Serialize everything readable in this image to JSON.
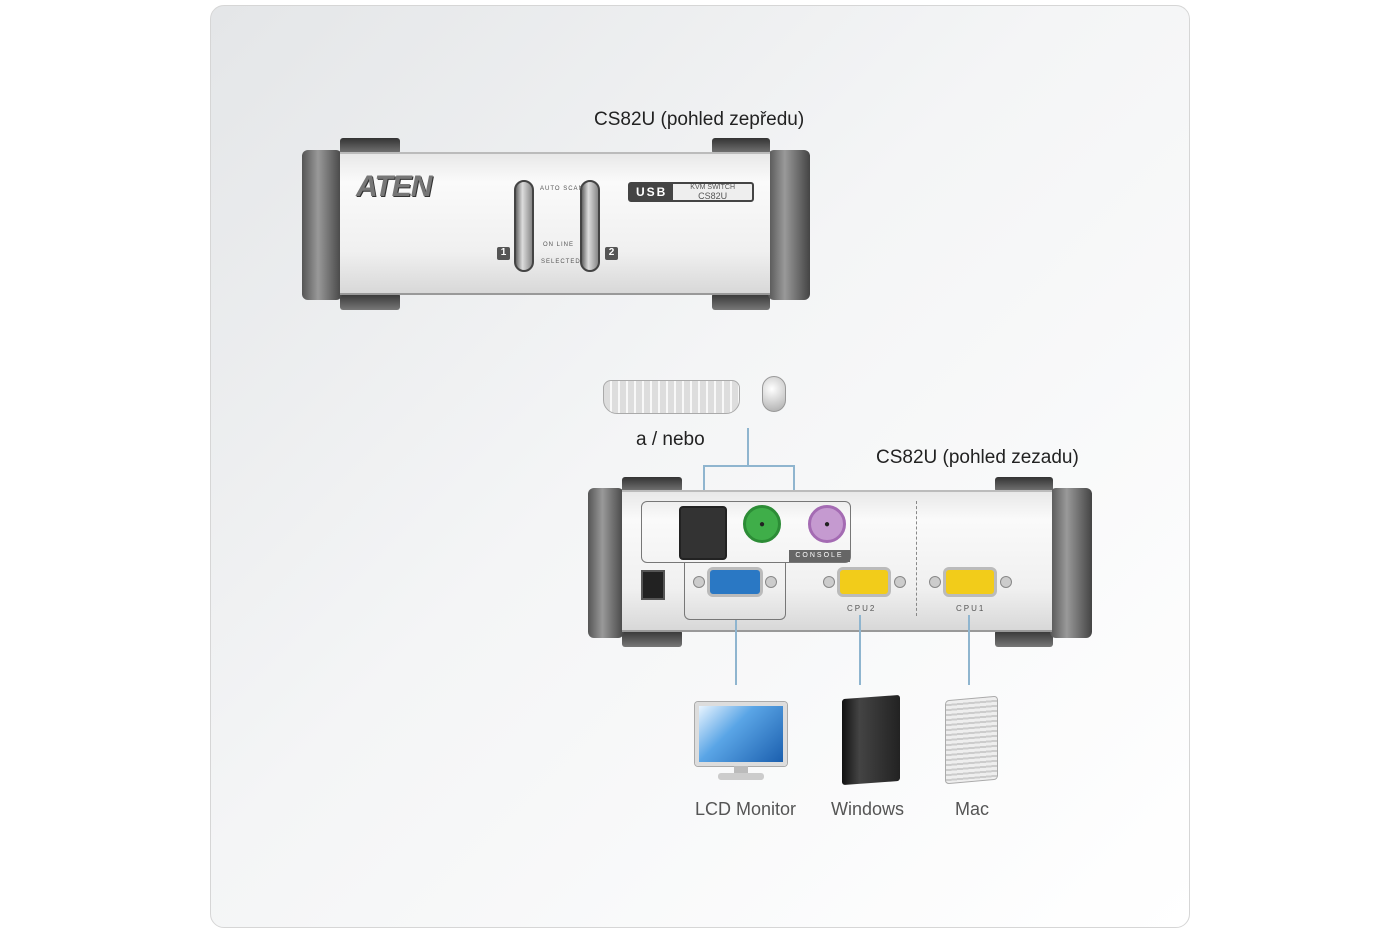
{
  "labels": {
    "front_title": "CS82U (pohled zepředu)",
    "rear_title": "CS82U (pohled zezadu)",
    "or_label": "a / nebo"
  },
  "front_panel": {
    "logo": "ATEN",
    "badge_usb": "USB",
    "badge_type": "KVM SWITCH",
    "badge_model": "CS82U",
    "auto_scan": "AUTO SCAN",
    "online": "ON LINE",
    "selected": "SELECTED",
    "port1": "1",
    "port2": "2"
  },
  "rear_panel": {
    "console": "CONSOLE",
    "cpu2": "CPU2",
    "cpu1": "CPU1"
  },
  "devices": [
    {
      "label": "LCD Monitor"
    },
    {
      "label": "Windows"
    },
    {
      "label": "Mac"
    }
  ],
  "colors": {
    "line": "#8fb5cf",
    "console_vga": "#2a78c4",
    "cpu_vga": "#f2cc1a",
    "ps2_mouse": "#3fae49",
    "ps2_kb": "#a46bb3"
  }
}
